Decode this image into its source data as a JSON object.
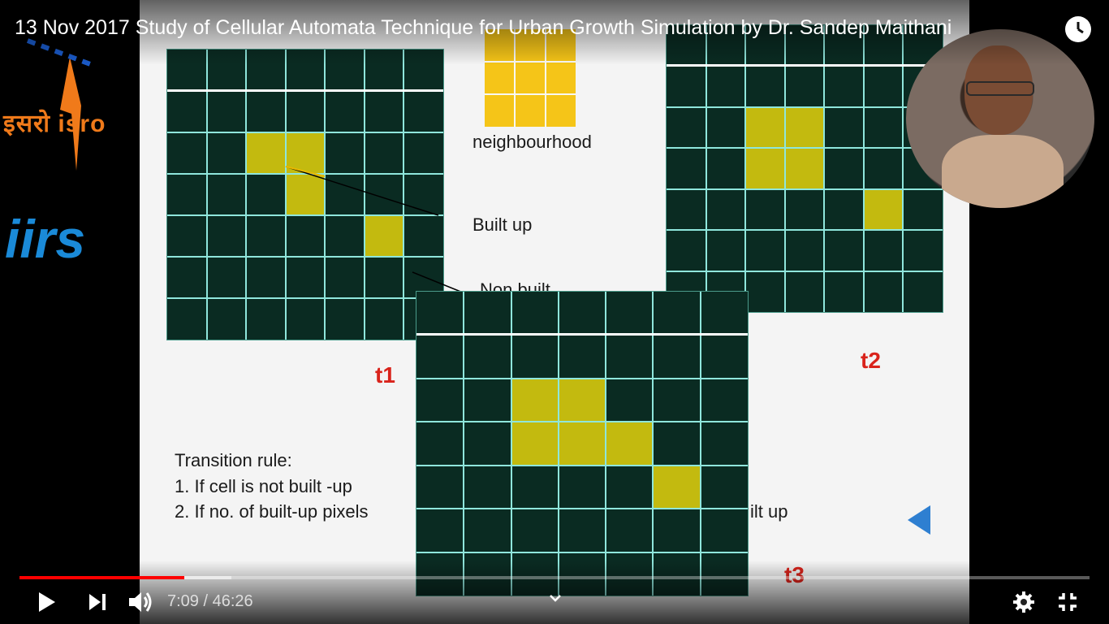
{
  "video": {
    "title": "13 Nov 2017 Study of Cellular Automata Technique for Urban Growth Simulation by Dr. Sandep Maithani",
    "time_current": "7:09",
    "time_separator": " / ",
    "time_total": "46:26",
    "progress_fraction": 0.154,
    "buffered_fraction": 0.198,
    "colors": {
      "progress": "#ff0000",
      "accent_slide_label": "#d9231b",
      "builtup_cell": "#c3ba0f"
    }
  },
  "logos": {
    "isro_text": "इसरो isro",
    "iirs_text": "iirs"
  },
  "slide": {
    "neighbourhood_label": "neighbourhood",
    "built_up_label": "Built up",
    "non_built_label": "Non built",
    "t1": "t1",
    "t2": "t2",
    "t3": "t3",
    "transition_heading": "Transition rule:",
    "rule_1": "1.  If cell is not built -up",
    "rule_2": "2.  If  no. of built-up pixels",
    "rule_2_tail": "ilt up"
  },
  "controls": {
    "play_icon": "play-icon",
    "next_icon": "next-icon",
    "volume_icon": "volume-icon",
    "settings_icon": "gear-icon",
    "fullscreen_exit_icon": "exit-fullscreen-icon",
    "watch_later_icon": "clock-icon",
    "chevron_icon": "chevron-down-icon"
  }
}
